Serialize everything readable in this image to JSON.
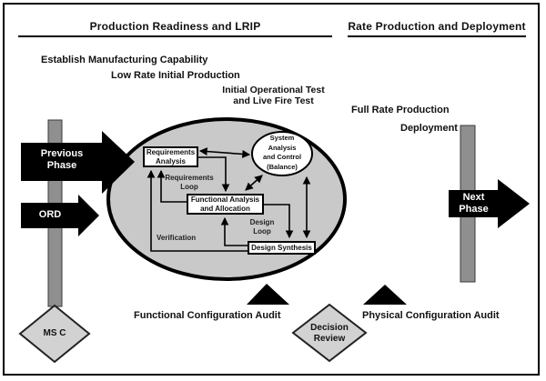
{
  "header": {
    "left_title": "Production Readiness and LRIP",
    "right_title": "Rate Production and Deployment"
  },
  "timeline_labels": {
    "establish_manufacturing": "Establish Manufacturing Capability",
    "low_rate_initial_production": "Low Rate Initial Production",
    "initial_operational_test": "Initial Operational Test\nand Live Fire Test",
    "full_rate_production": "Full Rate Production",
    "deployment": "Deployment"
  },
  "flow_arrows": {
    "previous_phase": "Previous\nPhase",
    "ord": "ORD",
    "next_phase": "Next\nPhase"
  },
  "se_process": {
    "requirements_analysis": "Requirements\nAnalysis",
    "system_analysis_control": "System\nAnalysis\nand Control\n(Balance)",
    "functional_analysis_allocation": "Functional Analysis\nand Allocation",
    "design_synthesis": "Design Synthesis",
    "requirements_loop": "Requirements\nLoop",
    "design_loop": "Design\nLoop",
    "verification": "Verification"
  },
  "milestones": {
    "ms_c": "MS C",
    "decision_review": "Decision\nReview"
  },
  "audits": {
    "functional": "Functional Configuration Audit",
    "physical": "Physical Configuration Audit"
  },
  "colors": {
    "ellipse_fill": "#c9c9c9",
    "bar_gray": "#8f8f8f",
    "diamond_fill": "#d2d2d2",
    "shape_black": "#000000",
    "white": "#ffffff"
  }
}
